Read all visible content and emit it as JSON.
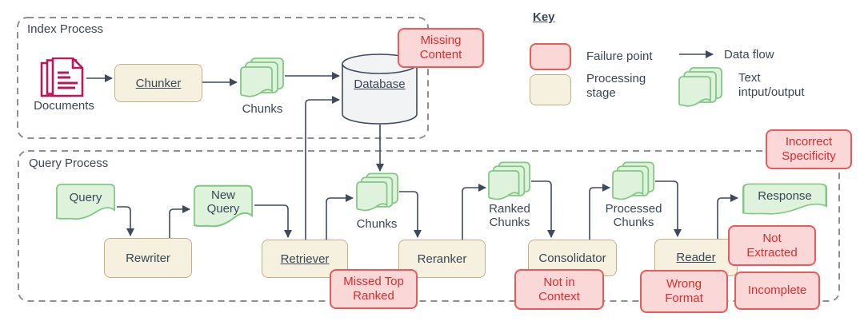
{
  "index_process": {
    "title": "Index Process",
    "documents_label": "Documents",
    "chunker_label": "Chunker",
    "chunks_label": "Chunks",
    "database_label": "Database",
    "failure_missing_content": "Missing Content"
  },
  "key": {
    "title": "Key",
    "failure_point_label": "Failure point",
    "data_flow_label": "Data flow",
    "processing_stage_label": "Processing stage",
    "text_io_label": "Text intput/output"
  },
  "query_process": {
    "title": "Query Process",
    "query_label": "Query",
    "rewriter_label": "Rewriter",
    "new_query_label": "New Query",
    "retriever_label": "Retriever",
    "chunks_label": "Chunks",
    "reranker_label": "Reranker",
    "ranked_chunks_label": "Ranked Chunks",
    "consolidator_label": "Consolidator",
    "processed_chunks_label": "Processed Chunks",
    "reader_label": "Reader",
    "response_label": "Response",
    "failures": {
      "missed_top_ranked": "Missed Top Ranked",
      "not_in_context": "Not in Context",
      "wrong_format": "Wrong Format",
      "not_extracted": "Not Extracted",
      "incomplete": "Incomplete",
      "incorrect_specificity": "Incorrect Specificity"
    }
  },
  "colors": {
    "failure_fill": "#FAD8D8",
    "failure_border": "#EA5A5A",
    "failure_text": "#DE2B2B",
    "stage_fill": "#F6F1DE",
    "stage_border": "#BDB287",
    "io_fill": "#DFF3DC",
    "io_border": "#82C785",
    "documents_accent": "#B5195B",
    "database_fill": "#F1F3F4",
    "text": "#3A4657",
    "connector": "#3E4A5B",
    "dashed_border": "#8F8F8F"
  }
}
